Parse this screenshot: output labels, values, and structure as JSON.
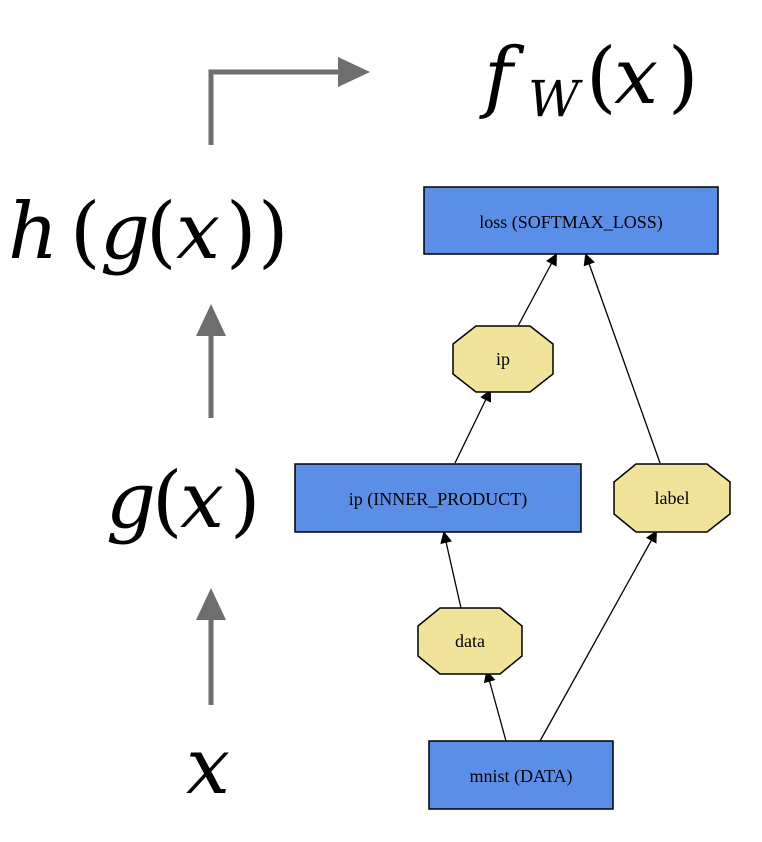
{
  "math": {
    "output": "f_W(x)",
    "h_of_g": "h(g(x))",
    "g_of_x": "g(x)",
    "x": "x"
  },
  "layers": [
    {
      "id": "loss",
      "label": "loss (SOFTMAX_LOSS)"
    },
    {
      "id": "ip",
      "label": "ip (INNER_PRODUCT)"
    },
    {
      "id": "mnist",
      "label": "mnist (DATA)"
    }
  ],
  "blobs": [
    {
      "id": "ip_blob",
      "label": "ip"
    },
    {
      "id": "label_blob",
      "label": "label"
    },
    {
      "id": "data_blob",
      "label": "data"
    }
  ],
  "colors": {
    "layer_fill": "#5b8ee6",
    "blob_fill": "#f1e399",
    "flow_arrow": "#6e6e6e"
  }
}
